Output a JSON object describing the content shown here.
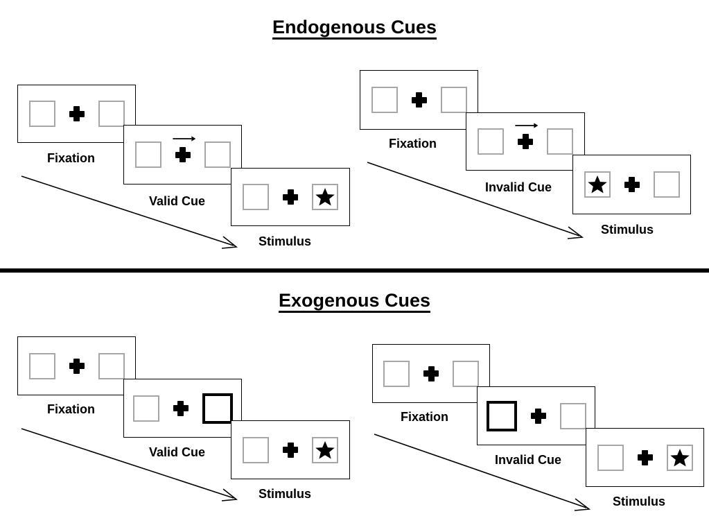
{
  "figure": {
    "type": "psychology-task-diagram",
    "background": "#ffffff",
    "line_color": "#000000",
    "box_border_color": "#a6a6a6",
    "cue_box_border_color": "#000000"
  },
  "sections": [
    {
      "id": "endogenous",
      "title": "Endogenous Cues",
      "groups": [
        {
          "id": "endogenous-valid",
          "condition": "valid",
          "steps": [
            {
              "caption": "Fixation",
              "cue": "none",
              "left_box": "empty",
              "right_box": "empty",
              "cross": "plus"
            },
            {
              "caption": "Valid Cue",
              "cue": "arrow-right",
              "left_box": "empty",
              "right_box": "empty",
              "cross": "plus"
            },
            {
              "caption": "Stimulus",
              "cue": "none",
              "left_box": "empty",
              "right_box": "star",
              "cross": "plus"
            }
          ]
        },
        {
          "id": "endogenous-invalid",
          "condition": "invalid",
          "steps": [
            {
              "caption": "Fixation",
              "cue": "none",
              "left_box": "empty",
              "right_box": "empty",
              "cross": "plus"
            },
            {
              "caption": "Invalid Cue",
              "cue": "arrow-right",
              "left_box": "empty",
              "right_box": "empty",
              "cross": "plus"
            },
            {
              "caption": "Stimulus",
              "cue": "none",
              "left_box": "star",
              "right_box": "empty",
              "cross": "plus"
            }
          ]
        }
      ]
    },
    {
      "id": "exogenous",
      "title": "Exogenous Cues",
      "groups": [
        {
          "id": "exogenous-valid",
          "condition": "valid",
          "steps": [
            {
              "caption": "Fixation",
              "cue": "none",
              "left_box": "empty",
              "right_box": "empty",
              "cross": "plus"
            },
            {
              "caption": "Valid Cue",
              "cue": "box-flash-right",
              "left_box": "empty",
              "right_box": "cued",
              "cross": "plus"
            },
            {
              "caption": "Stimulus",
              "cue": "none",
              "left_box": "empty",
              "right_box": "star",
              "cross": "plus"
            }
          ]
        },
        {
          "id": "exogenous-invalid",
          "condition": "invalid",
          "steps": [
            {
              "caption": "Fixation",
              "cue": "none",
              "left_box": "empty",
              "right_box": "empty",
              "cross": "plus"
            },
            {
              "caption": "Invalid Cue",
              "cue": "box-flash-left",
              "left_box": "cued",
              "right_box": "empty",
              "cross": "plus"
            },
            {
              "caption": "Stimulus",
              "cue": "none",
              "left_box": "empty",
              "right_box": "star",
              "cross": "plus"
            }
          ]
        }
      ]
    }
  ],
  "icons": {
    "fixation_cross": "plus-icon",
    "arrow_cue": "arrow-right-icon",
    "target": "star-icon",
    "flow": "time-flow-arrow-icon"
  }
}
